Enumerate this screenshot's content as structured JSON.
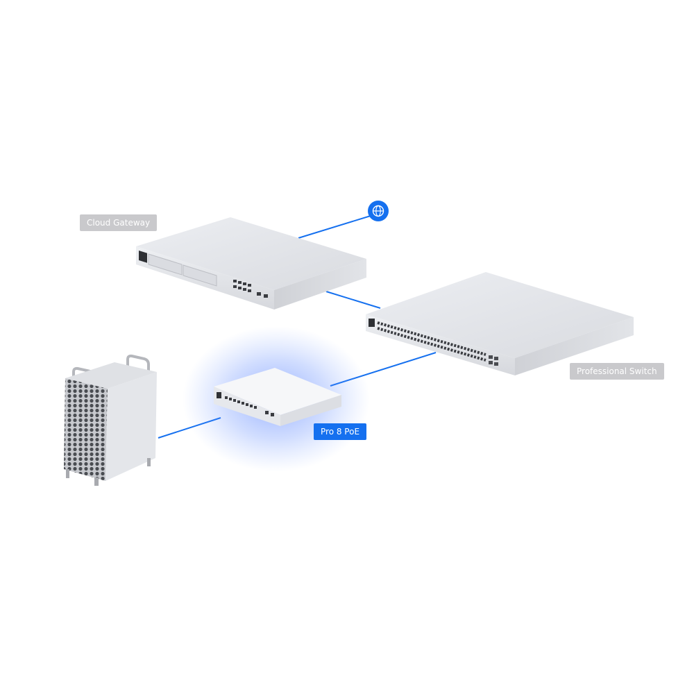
{
  "labels": {
    "cloud_gateway": "Cloud Gateway",
    "professional_switch": "Professional Switch",
    "pro_poe": "Pro 8 PoE"
  },
  "colors": {
    "link_line": "#1570ef",
    "highlight_label": "#1570ef",
    "device_label": "#c9c9cc",
    "device_body": "#e3e4e8",
    "glow": "#4f7dff"
  },
  "icons": {
    "internet": "globe-icon"
  }
}
